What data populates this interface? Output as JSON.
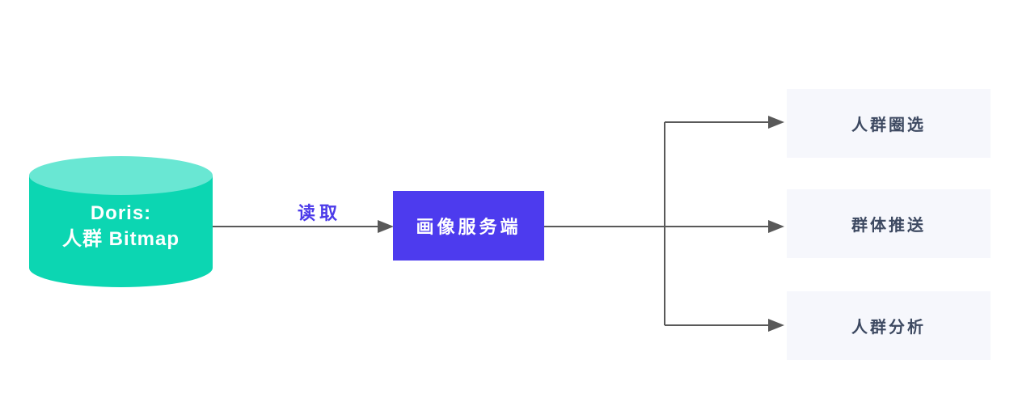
{
  "colors": {
    "background": "#ffffff",
    "cylinder_body": "#0cd6b2",
    "cylinder_top": "#69e7d3",
    "node_text": "#ffffff",
    "service_fill": "#4d3bee",
    "edge_label": "#4b3ae9",
    "output_fill": "#f6f7fc",
    "output_text": "#3d4961",
    "connector": "#595959"
  },
  "nodes": {
    "source": {
      "shape": "cylinder",
      "line1": "Doris:",
      "line2": "人群 Bitmap"
    },
    "service": {
      "label": "画像服务端"
    },
    "outputs": [
      {
        "label": "人群圈选"
      },
      {
        "label": "群体推送"
      },
      {
        "label": "人群分析"
      }
    ]
  },
  "edges": {
    "read": {
      "label": "读取"
    }
  }
}
